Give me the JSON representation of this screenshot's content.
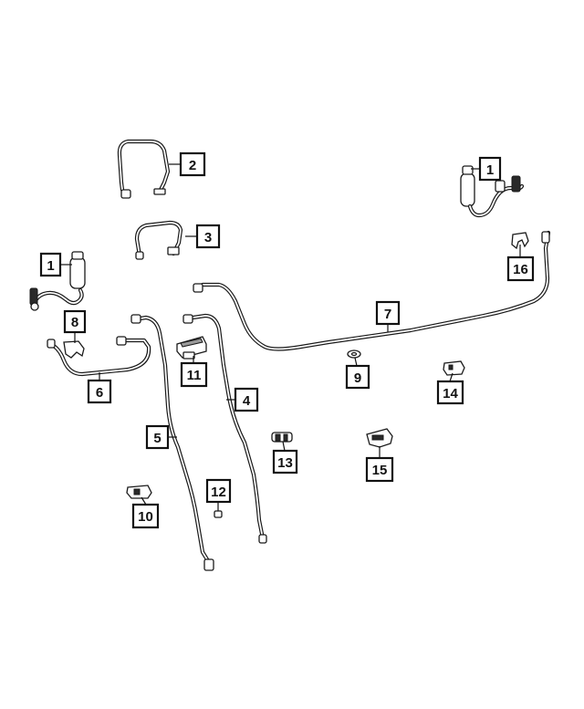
{
  "diagram": {
    "callouts": [
      "1",
      "2",
      "3",
      "1",
      "16",
      "7",
      "8",
      "6",
      "11",
      "4",
      "9",
      "14",
      "5",
      "13",
      "15",
      "12",
      "10"
    ]
  }
}
